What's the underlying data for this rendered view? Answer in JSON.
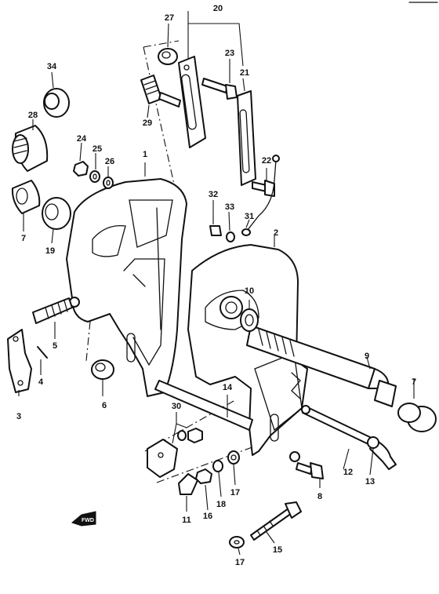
{
  "diagram": {
    "callouts": [
      "1",
      "2",
      "3",
      "4",
      "5",
      "6",
      "7",
      "7",
      "8",
      "9",
      "10",
      "11",
      "12",
      "13",
      "14",
      "15",
      "16",
      "17",
      "17",
      "18",
      "19",
      "20",
      "21",
      "22",
      "23",
      "24",
      "25",
      "26",
      "27",
      "28",
      "29",
      "30",
      "31",
      "32",
      "33",
      "34"
    ],
    "direction_label": "FWD"
  }
}
